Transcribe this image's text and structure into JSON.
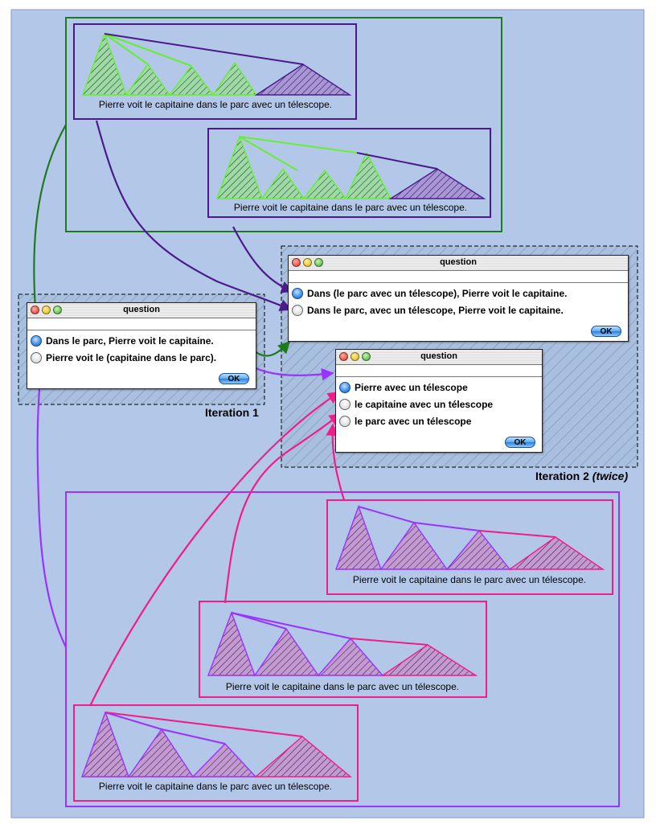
{
  "colors": {
    "background": "#b3c8e8",
    "dark_green": "#1e7a1e",
    "light_green": "#66ee33",
    "purple": "#4b1a8c",
    "violet": "#9a33ff",
    "pink": "#f01d8c",
    "hatch_green": "#9fd9a6",
    "hatch_purple": "#a996d6",
    "hatch_pink": "#c39ad2"
  },
  "sentence": "Pierre voit le capitaine dans le parc avec un télescope.",
  "dialogs": {
    "iter1": {
      "title": "question",
      "options": [
        "Dans le parc, Pierre voit le capitaine.",
        "Pierre voit le (capitaine dans le parc)."
      ],
      "selected": 0,
      "ok_label": "OK"
    },
    "iter2a": {
      "title": "question",
      "options": [
        "Dans (le parc avec un télescope), Pierre voit le capitaine.",
        "Dans le parc, avec un télescope, Pierre voit le capitaine."
      ],
      "selected": 0,
      "ok_label": "OK"
    },
    "iter2b": {
      "title": "question",
      "options": [
        "Pierre avec un télescope",
        "le capitaine avec un télescope",
        "le parc avec un télescope"
      ],
      "selected": 0,
      "ok_label": "OK"
    }
  },
  "labels": {
    "iteration1": "Iteration 1",
    "iteration2": "Iteration 2",
    "iteration2_suffix": "(twice)"
  }
}
